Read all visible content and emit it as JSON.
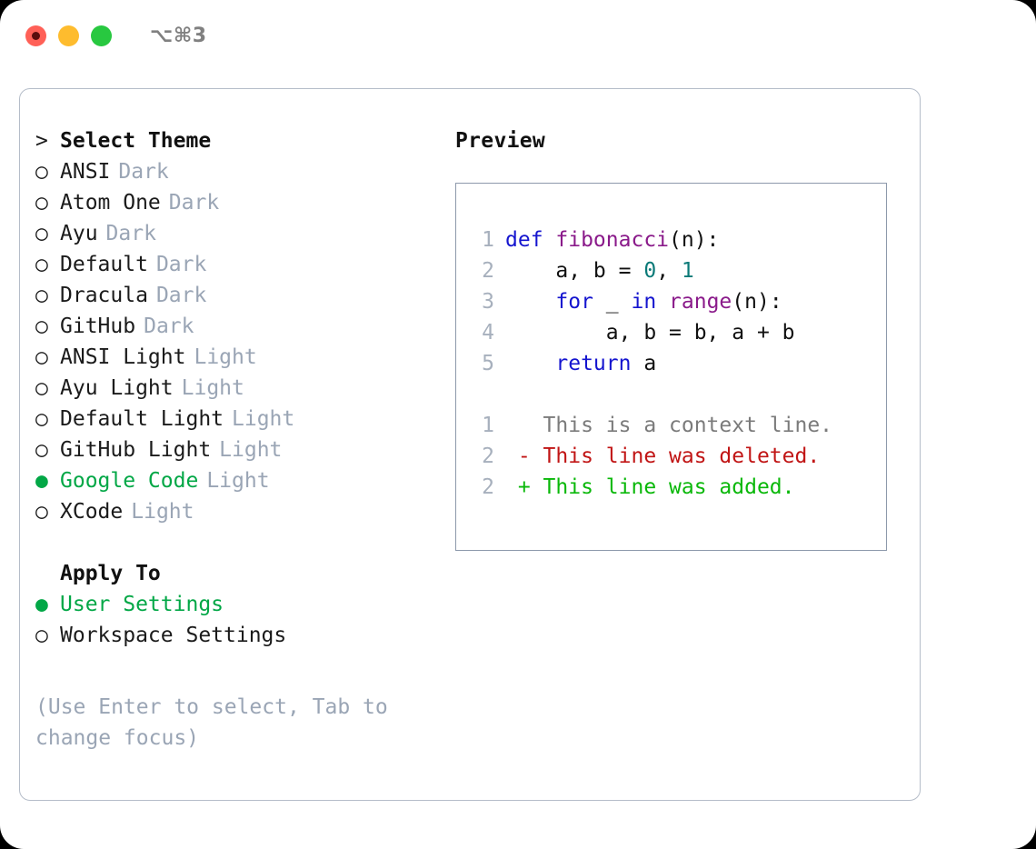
{
  "window": {
    "title": "⌥⌘3",
    "traffic_lights": [
      {
        "name": "close",
        "color": "#ff6057",
        "active": true
      },
      {
        "name": "minimize",
        "color": "#febc2e",
        "active": false
      },
      {
        "name": "zoom",
        "color": "#28c840",
        "active": false
      }
    ]
  },
  "theme_picker": {
    "heading_marker": ">",
    "heading": "Select Theme",
    "items": [
      {
        "marker": "○",
        "label": "ANSI",
        "tag": "Dark",
        "selected": false
      },
      {
        "marker": "○",
        "label": "Atom One",
        "tag": "Dark",
        "selected": false
      },
      {
        "marker": "○",
        "label": "Ayu",
        "tag": "Dark",
        "selected": false
      },
      {
        "marker": "○",
        "label": "Default",
        "tag": "Dark",
        "selected": false
      },
      {
        "marker": "○",
        "label": "Dracula",
        "tag": "Dark",
        "selected": false
      },
      {
        "marker": "○",
        "label": "GitHub",
        "tag": "Dark",
        "selected": false
      },
      {
        "marker": "○",
        "label": "ANSI Light",
        "tag": "Light",
        "selected": false
      },
      {
        "marker": "○",
        "label": "Ayu Light",
        "tag": "Light",
        "selected": false
      },
      {
        "marker": "○",
        "label": "Default Light",
        "tag": "Light",
        "selected": false
      },
      {
        "marker": "○",
        "label": "GitHub Light",
        "tag": "Light",
        "selected": false
      },
      {
        "marker": "●",
        "label": "Google Code",
        "tag": "Light",
        "selected": true
      },
      {
        "marker": "○",
        "label": "XCode",
        "tag": "Light",
        "selected": false
      }
    ]
  },
  "apply_to": {
    "heading": "Apply To",
    "items": [
      {
        "marker": "●",
        "label": "User Settings",
        "selected": true
      },
      {
        "marker": "○",
        "label": "Workspace Settings",
        "selected": false
      }
    ]
  },
  "hint": "(Use Enter to select, Tab to change focus)",
  "preview": {
    "title": "Preview",
    "code_lines": [
      {
        "lineno": "1",
        "tokens": [
          {
            "text": "def ",
            "type": "kw"
          },
          {
            "text": "fibonacci",
            "type": "fn"
          },
          {
            "text": "(n):",
            "type": "plain"
          }
        ]
      },
      {
        "lineno": "2",
        "tokens": [
          {
            "text": "    a, b = ",
            "type": "plain"
          },
          {
            "text": "0",
            "type": "num"
          },
          {
            "text": ", ",
            "type": "plain"
          },
          {
            "text": "1",
            "type": "num"
          }
        ]
      },
      {
        "lineno": "3",
        "tokens": [
          {
            "text": "    for",
            "type": "kw"
          },
          {
            "text": " _ ",
            "type": "plain"
          },
          {
            "text": "in",
            "type": "kw"
          },
          {
            "text": " ",
            "type": "plain"
          },
          {
            "text": "range",
            "type": "fn"
          },
          {
            "text": "(n):",
            "type": "plain"
          }
        ]
      },
      {
        "lineno": "4",
        "tokens": [
          {
            "text": "        a, b = b, a + b",
            "type": "plain"
          }
        ]
      },
      {
        "lineno": "5",
        "tokens": [
          {
            "text": "    return",
            "type": "kw"
          },
          {
            "text": " a",
            "type": "plain"
          }
        ]
      },
      {
        "lineno": "",
        "tokens": []
      },
      {
        "lineno": "1",
        "tokens": [
          {
            "text": "   This is a context line.",
            "type": "ctx"
          }
        ]
      },
      {
        "lineno": "2",
        "tokens": [
          {
            "text": " - This line was deleted.",
            "type": "del"
          }
        ]
      },
      {
        "lineno": "2",
        "tokens": [
          {
            "text": " + This line was added.",
            "type": "add"
          }
        ]
      }
    ]
  },
  "colors": {
    "accent_green": "#02a746",
    "tag_muted": "#9aa5b5",
    "keyword_blue": "#1515cf",
    "function_purple": "#8a1a8a",
    "number_teal": "#0b7a78",
    "diff_deleted": "#c11515",
    "diff_added": "#0ab80a",
    "border": "#8d99ab",
    "frame_border": "#b5bdc9"
  }
}
